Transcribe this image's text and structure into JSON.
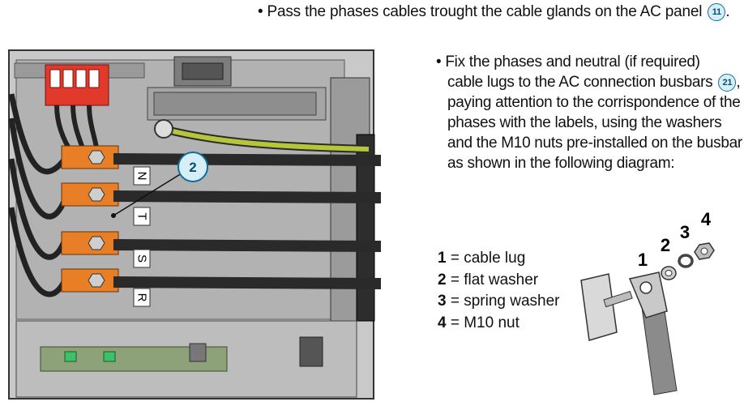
{
  "top": {
    "bullet": "•",
    "text": "Pass the phases cables trought the cable glands on the AC panel",
    "ref": "11",
    "end": "."
  },
  "fix": {
    "bullet": "•",
    "line1": "Fix the phases and neutral (if required)",
    "line2": "cable lugs to the AC connection busbars",
    "ref": "21",
    "line3": "paying attention to the corrispondence of the",
    "line4": "phases with the labels, using the washers",
    "line5": "and the M10 nuts pre-installed on the busbar",
    "line6": "as shown in the following diagram:"
  },
  "legend": {
    "items": [
      {
        "num": "1",
        "sep": " = ",
        "label": "cable lug"
      },
      {
        "num": "2",
        "sep": " = ",
        "label": "flat washer"
      },
      {
        "num": "3",
        "sep": " = ",
        "label": "spring washer"
      },
      {
        "num": "4",
        "sep": " = ",
        "label": "M10 nut"
      }
    ]
  },
  "panel": {
    "callout": "2",
    "phase_labels": [
      "N",
      "T",
      "S",
      "R"
    ]
  },
  "diagram": {
    "numbers": [
      "1",
      "2",
      "3",
      "4"
    ]
  },
  "colors": {
    "ref_circle": "#d5eef8",
    "busbar": "#e87e25",
    "surge_protector": "#e23a2a",
    "ground_cable": "#b6c63b"
  }
}
